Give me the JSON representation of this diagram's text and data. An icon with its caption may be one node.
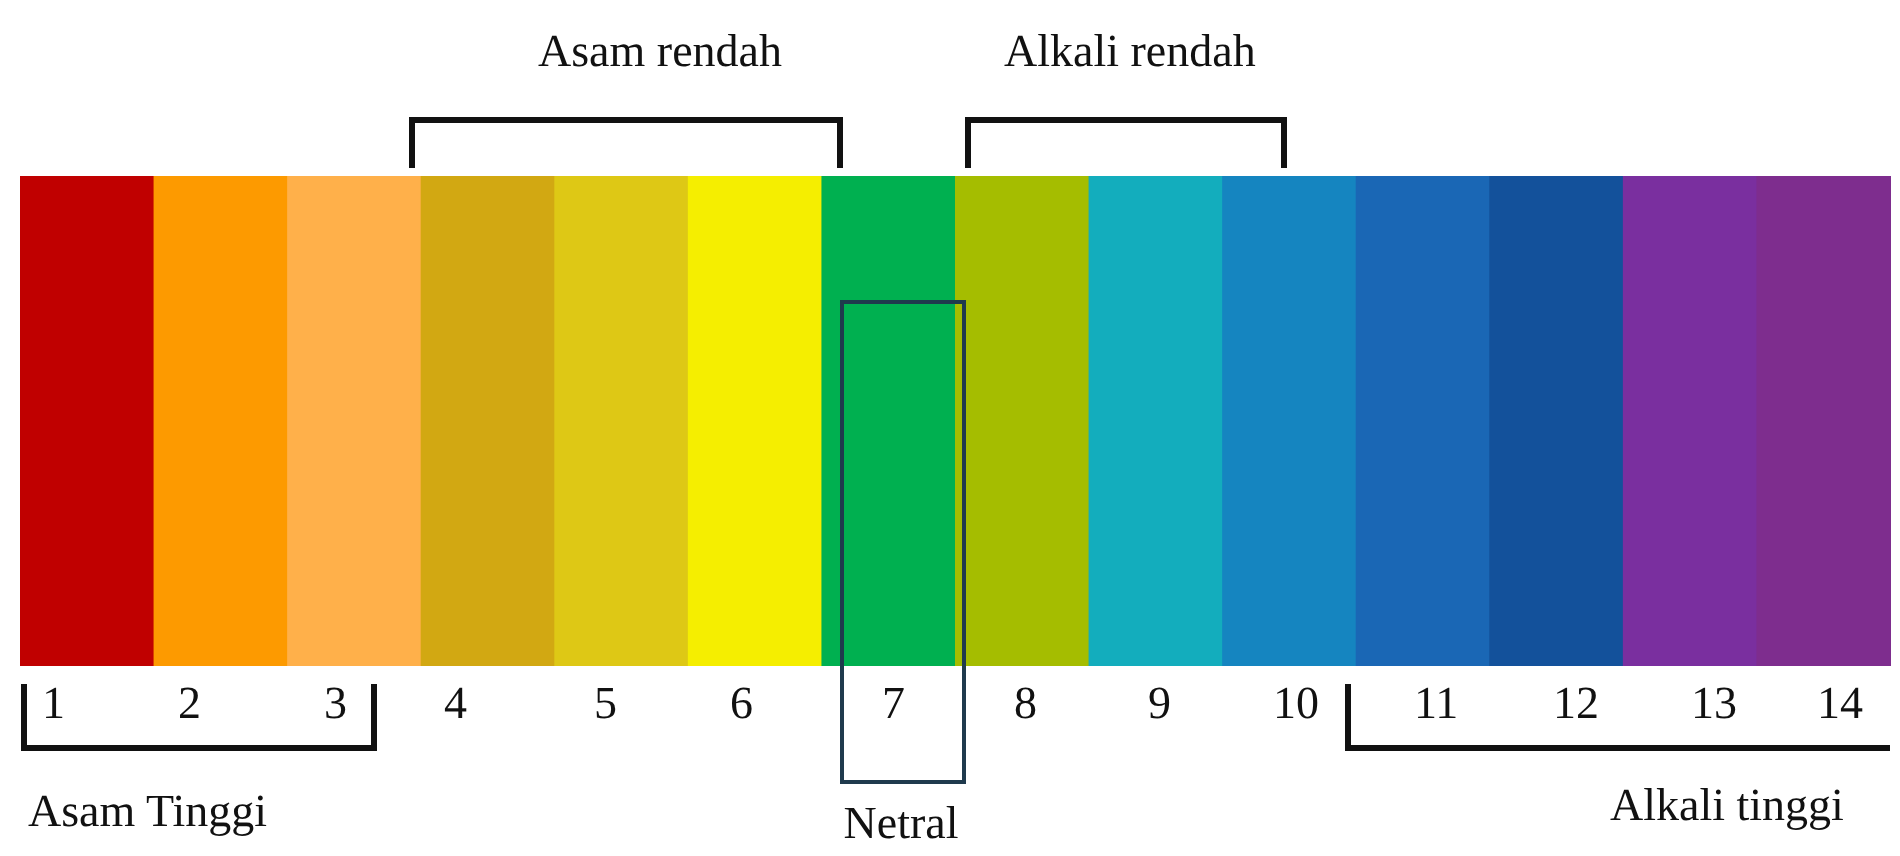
{
  "diagram": {
    "nodes": [
      {
        "text": [
          "Netral"
        ]
      }
    ],
    "edges": [],
    "labels": [
      "Asam rendah",
      "Alkali rendah",
      "1",
      "2",
      "3",
      "4",
      "5",
      "6",
      "7",
      "8",
      "9",
      "10",
      "11",
      "12",
      "13",
      "14",
      "Asam Tinggi",
      "Alkali tinggi"
    ]
  }
}
